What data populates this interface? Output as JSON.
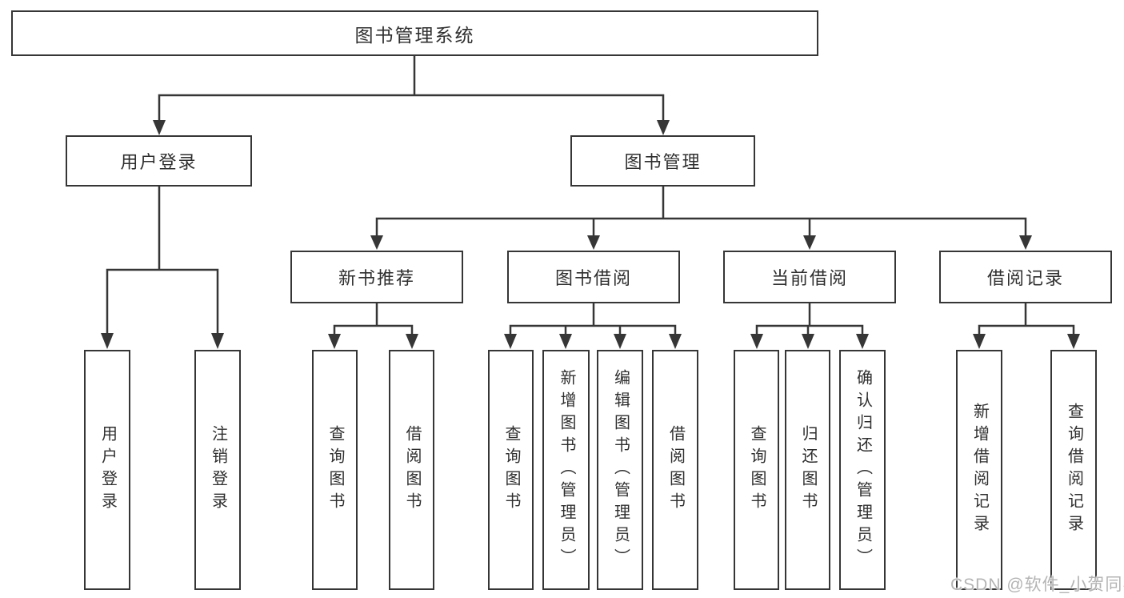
{
  "tree": {
    "label": "图书管理系统",
    "children": [
      {
        "label": "用户登录",
        "children": [
          {
            "label": "用户登录"
          },
          {
            "label": "注销登录"
          }
        ]
      },
      {
        "label": "图书管理",
        "children": [
          {
            "label": "新书推荐",
            "children": [
              {
                "label": "查询图书"
              },
              {
                "label": "借阅图书"
              }
            ]
          },
          {
            "label": "图书借阅",
            "children": [
              {
                "label": "查询图书"
              },
              {
                "label": "新增图书（管理员）"
              },
              {
                "label": "编辑图书（管理员）"
              },
              {
                "label": "借阅图书"
              }
            ]
          },
          {
            "label": "当前借阅",
            "children": [
              {
                "label": "查询图书"
              },
              {
                "label": "归还图书"
              },
              {
                "label": "确认归还（管理员）"
              }
            ]
          },
          {
            "label": "借阅记录",
            "children": [
              {
                "label": "新增借阅记录"
              },
              {
                "label": "查询借阅记录"
              }
            ]
          }
        ]
      }
    ]
  },
  "watermark": "CSDN @软件_小贺同学",
  "colors": {
    "line": "#363636",
    "text": "#2f2f2f",
    "background": "#ffffff",
    "watermark": "#b4b4b4"
  }
}
